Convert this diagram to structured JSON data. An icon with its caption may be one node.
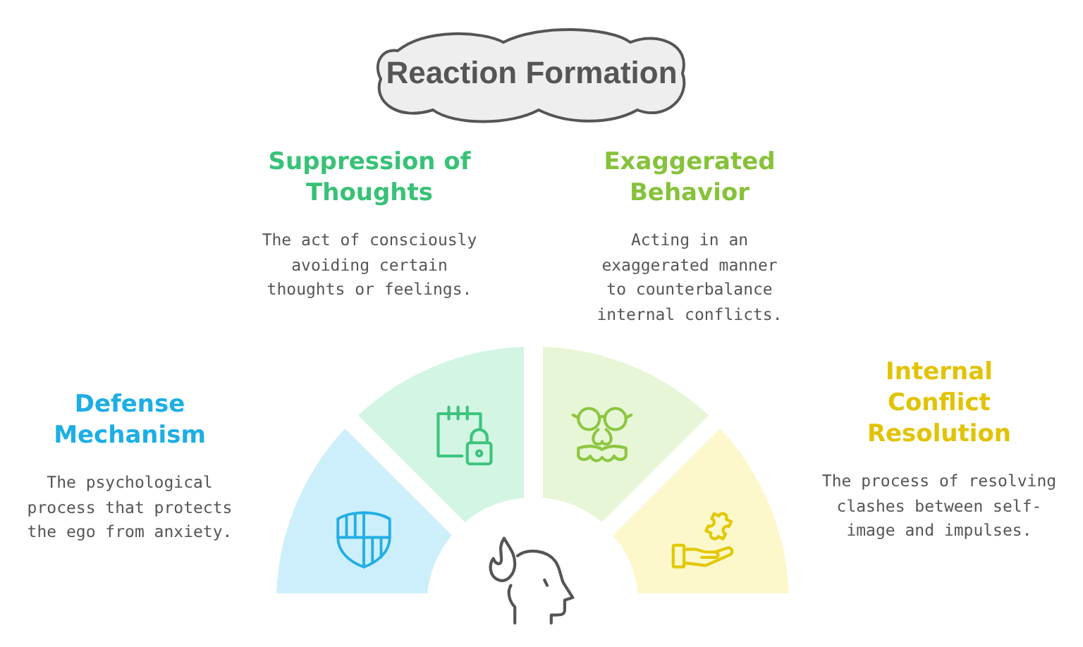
{
  "diagram": {
    "title": "Reaction Formation",
    "nodes": [
      {
        "text": [
          "Defense Mechanism",
          "The psychological process that protects the ego from anxiety."
        ]
      },
      {
        "text": [
          "Suppression of Thoughts",
          "The act of consciously avoiding certain thoughts or feelings."
        ]
      },
      {
        "text": [
          "Exaggerated Behavior",
          "Acting in an exaggerated manner to counterbalance internal conflicts."
        ]
      },
      {
        "text": [
          "Internal Conflict Resolution",
          "The process of resolving clashes between self-image and impulses."
        ]
      }
    ]
  }
}
